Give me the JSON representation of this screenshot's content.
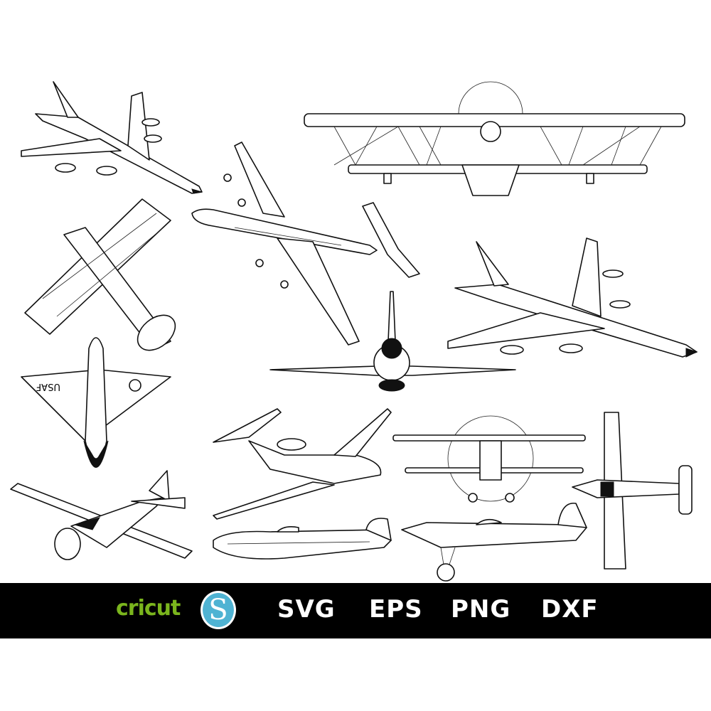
{
  "artwork": {
    "planes": [
      "jet-airliner-top-left",
      "biplane-large-top",
      "propeller-airliner-center",
      "biplane-top-view-left",
      "jet-airliner-right",
      "fighter-jet-front-view",
      "delta-wing-jet-usaf",
      "business-jet",
      "biplane-front-view",
      "fighter-top-view-right",
      "cessna-high-wing",
      "ww2-fighter-side",
      "vintage-racer-side"
    ],
    "usaf_marking": "USAF"
  },
  "banner": {
    "brand_cricut": "cricut",
    "brand_silhouette": "S",
    "formats": [
      "SVG",
      "EPS",
      "PNG",
      "DXF"
    ],
    "colors": {
      "background": "#000000",
      "cricut": "#7ab51d",
      "silhouette": "#4fb3d3",
      "text": "#ffffff"
    }
  }
}
